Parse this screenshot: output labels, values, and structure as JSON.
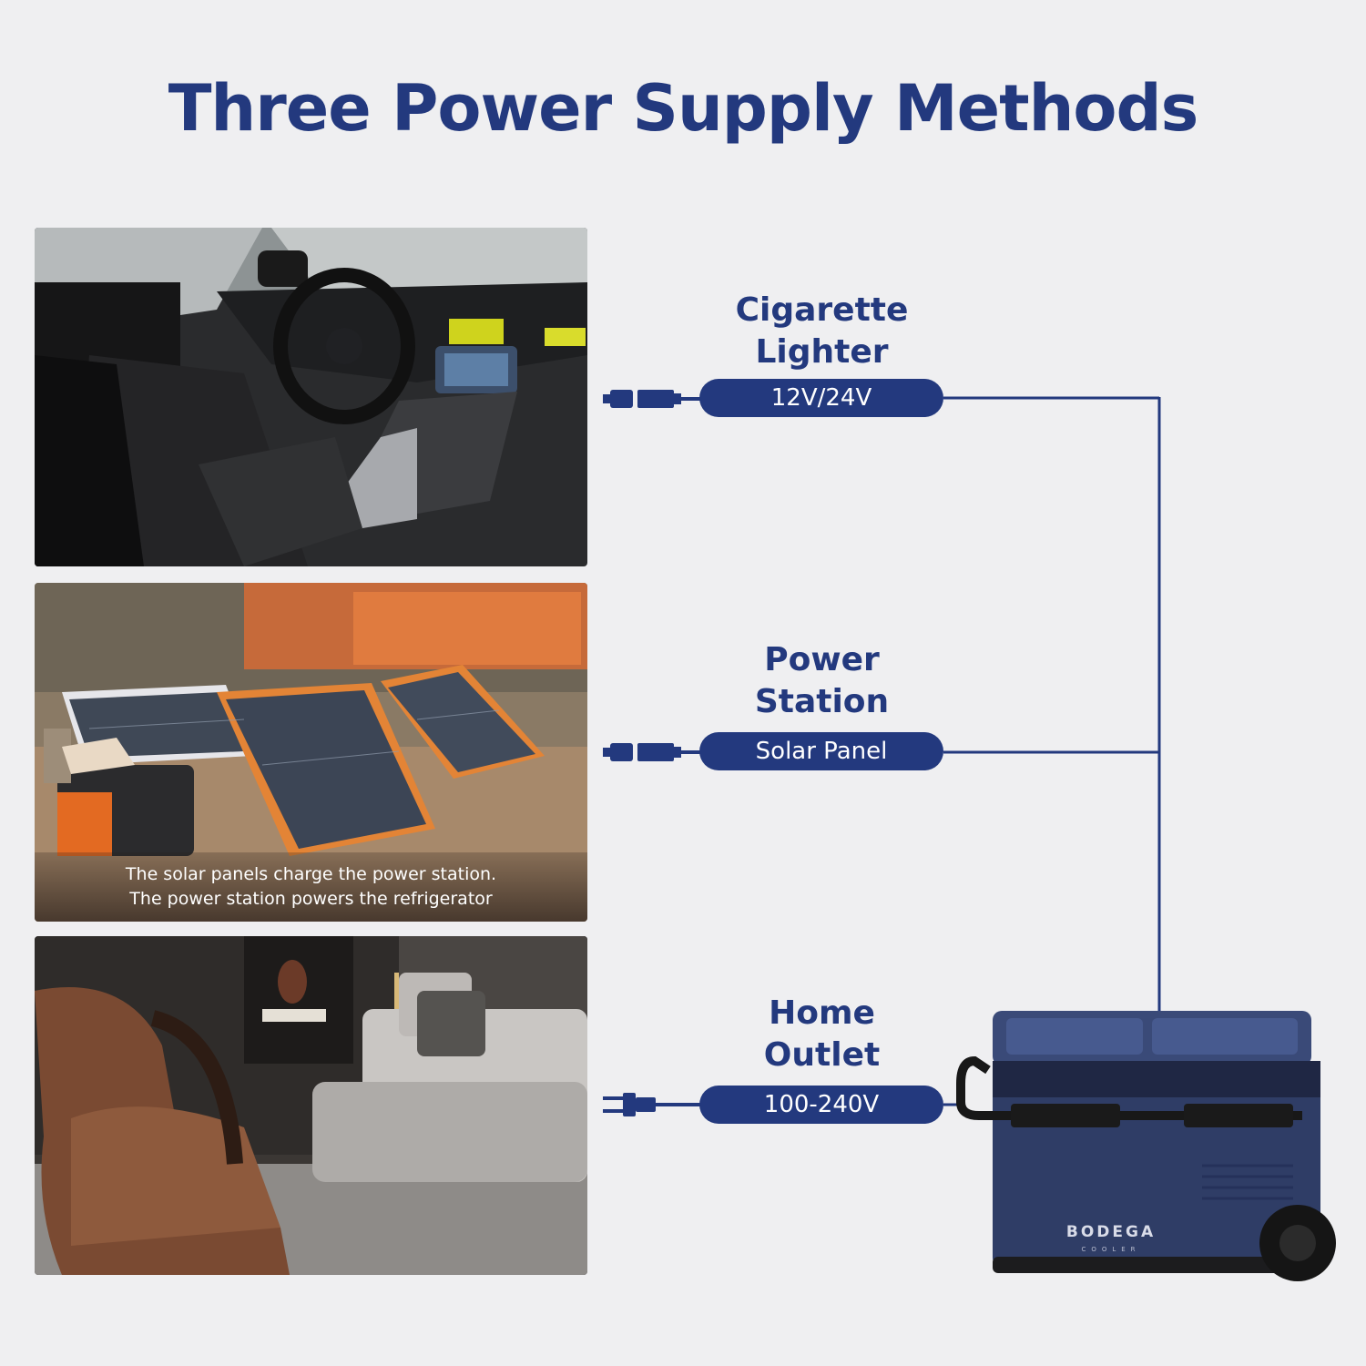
{
  "page": {
    "title": "Three Power Supply Methods",
    "accent_color": "#23397e"
  },
  "methods": [
    {
      "label_line1": "Cigarette",
      "label_line2": "Lighter",
      "spec": "12V/24V",
      "connector_icon": "car-plug-icon",
      "photo": "car-interior-photo"
    },
    {
      "label_line1": "Power",
      "label_line2": "Station",
      "spec": "Solar Panel",
      "connector_icon": "car-plug-icon",
      "photo": "solar-panel-photo",
      "caption_line1": "The solar panels charge the power station.",
      "caption_line2": "The power station powers the refrigerator"
    },
    {
      "label_line1": "Home",
      "label_line2": "Outlet",
      "spec": "100-240V",
      "connector_icon": "wall-plug-icon",
      "photo": "living-room-photo"
    }
  ],
  "product": {
    "brand": "BODEGA",
    "sub_brand": "COOLER",
    "body_color": "#2f3d66"
  }
}
